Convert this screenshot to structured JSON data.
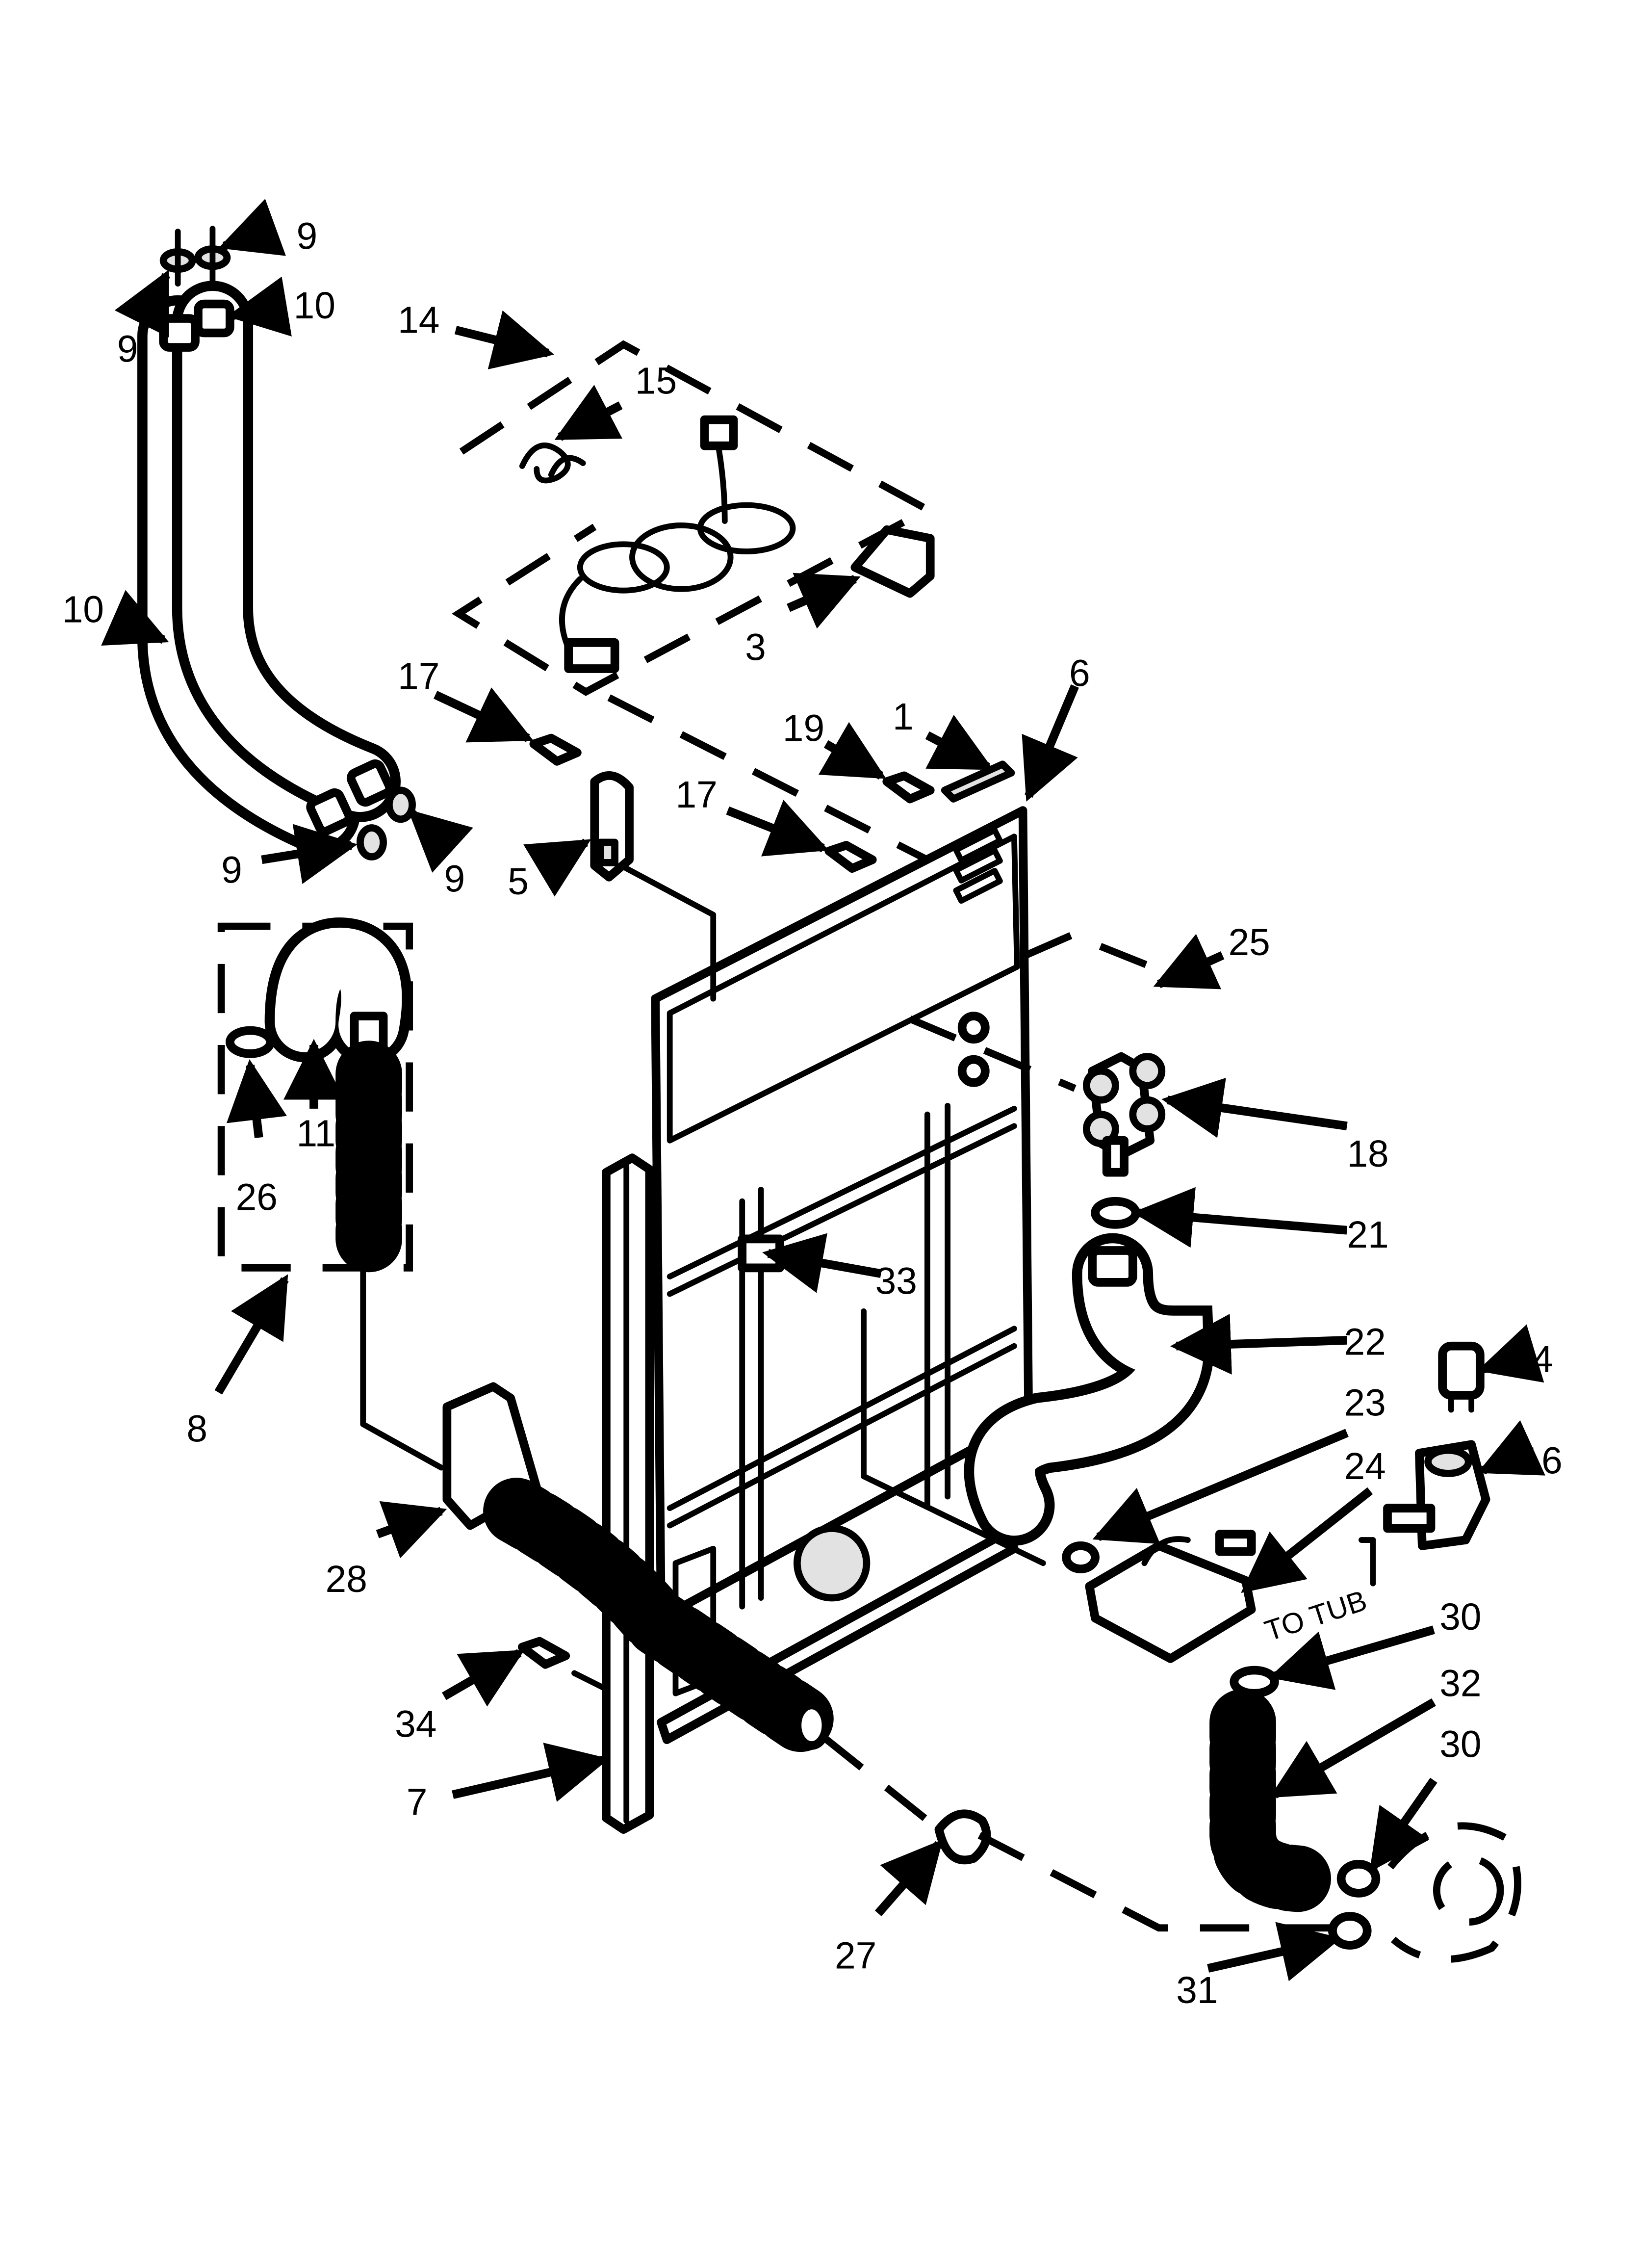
{
  "labels": {
    "l1": "1",
    "l3": "3",
    "l4": "4",
    "l5": "5",
    "l6": "6",
    "l7": "7",
    "l8": "8",
    "l9a": "9",
    "l9b": "9",
    "l9c": "9",
    "l9d": "9",
    "l10a": "10",
    "l10b": "10",
    "l11": "11",
    "l14": "14",
    "l15": "15",
    "l16": "16",
    "l17a": "17",
    "l17b": "17",
    "l18": "18",
    "l19": "19",
    "l21": "21",
    "l22": "22",
    "l23": "23",
    "l24": "24",
    "l25": "25",
    "l26": "26",
    "l27": "27",
    "l28": "28",
    "l30a": "30",
    "l30b": "30",
    "l31": "31",
    "l32": "32",
    "l33": "33",
    "l34": "34",
    "to_tub": "TO TUB"
  }
}
